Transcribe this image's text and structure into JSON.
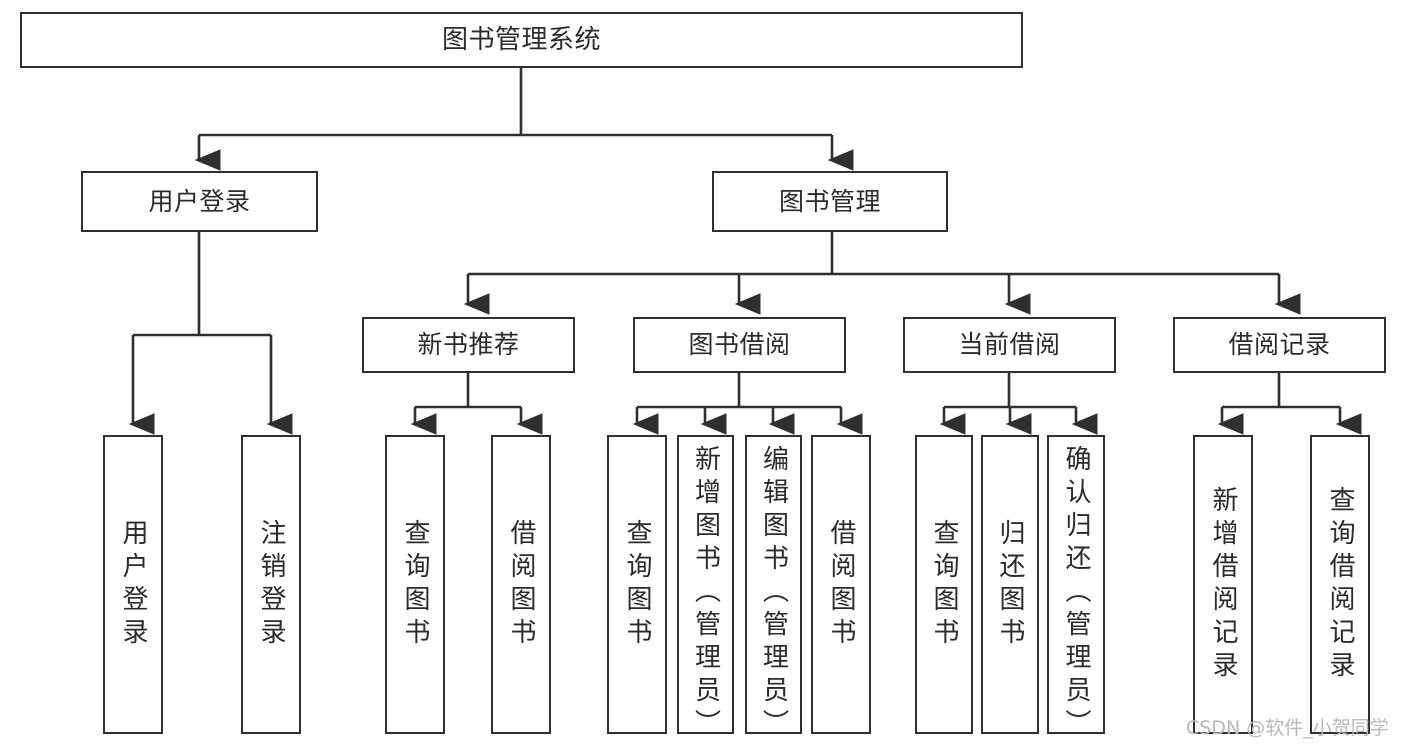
{
  "diagram": {
    "title": "图书管理系统",
    "type": "tree-hierarchy-chart",
    "root": {
      "label": "图书管理系统"
    },
    "level2": [
      {
        "label": "用户登录"
      },
      {
        "label": "图书管理"
      }
    ],
    "level3": [
      {
        "label": "新书推荐"
      },
      {
        "label": "图书借阅"
      },
      {
        "label": "当前借阅"
      },
      {
        "label": "借阅记录"
      }
    ],
    "leaves": {
      "user_login": [
        {
          "label": "用户登录"
        },
        {
          "label": "注销登录"
        }
      ],
      "new_book_recommend": [
        {
          "label": "查询图书"
        },
        {
          "label": "借阅图书"
        }
      ],
      "book_borrow": [
        {
          "label": "查询图书"
        },
        {
          "label": "新增图书（管理员）"
        },
        {
          "label": "编辑图书（管理员）"
        },
        {
          "label": "借阅图书"
        }
      ],
      "current_borrow": [
        {
          "label": "查询图书"
        },
        {
          "label": "归还图书"
        },
        {
          "label": "确认归还（管理员）"
        }
      ],
      "borrow_record": [
        {
          "label": "新增借阅记录"
        },
        {
          "label": "查询借阅记录"
        }
      ]
    }
  },
  "watermark": {
    "text": "CSDN @软件_小贺同学"
  },
  "colors": {
    "stroke": "#2f2f2f",
    "text": "#2b2b2b",
    "background": "#ffffff",
    "watermark": "#b9b9b9"
  }
}
